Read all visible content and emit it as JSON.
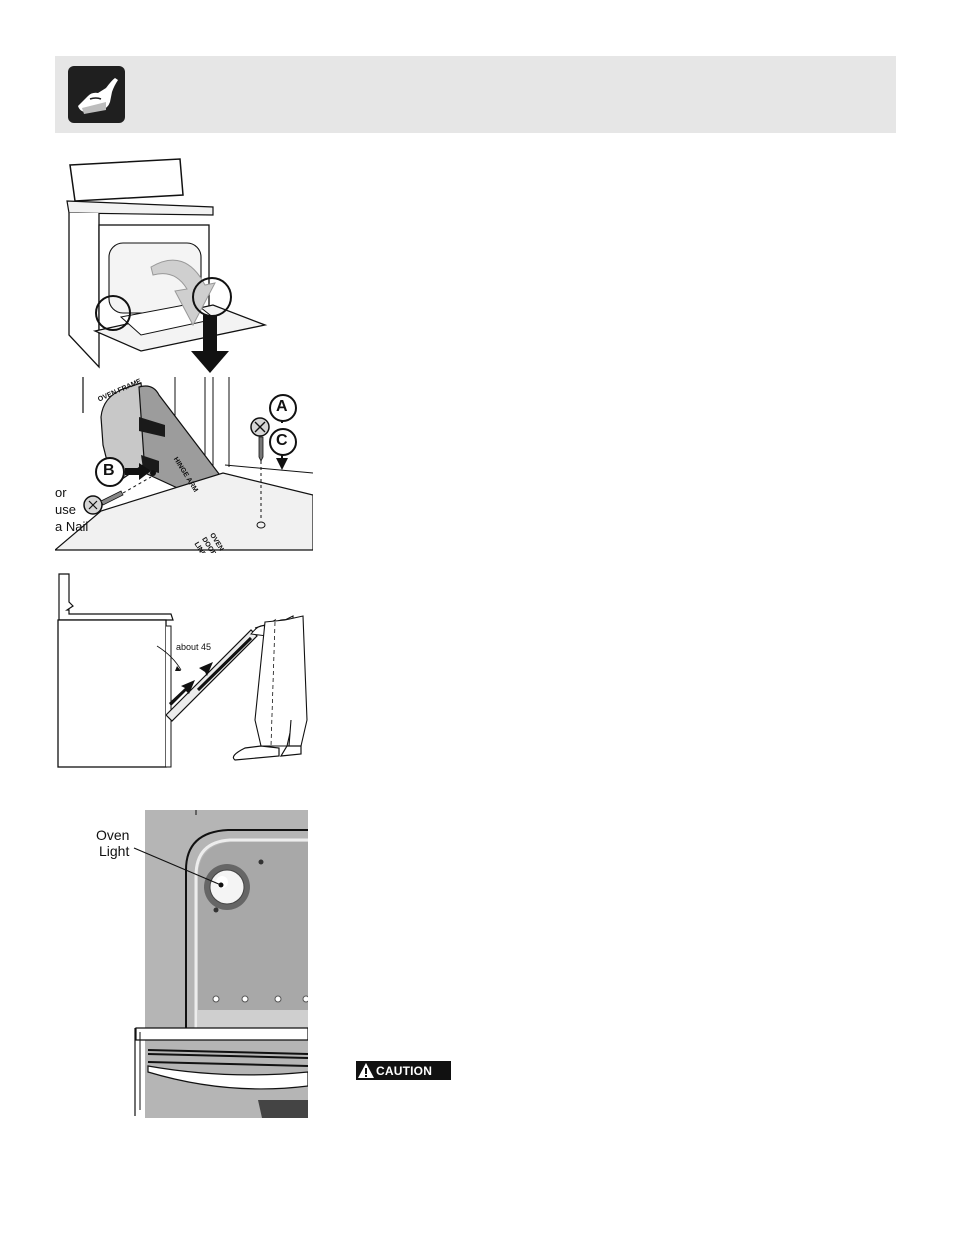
{
  "figure1": {
    "labels": {
      "oven_frame": "OVEN FRAME",
      "hinge_arm": "HINGE ARM",
      "oven_door_liner": "OVEN DOOR LINER",
      "point_a": "A",
      "point_b": "B",
      "point_c": "C",
      "or": "or",
      "use": "use",
      "a_nail": "a Nail"
    }
  },
  "figure2": {
    "angle_label": "about 45"
  },
  "figure3": {
    "oven_label_line1": "Oven",
    "oven_label_line2": "Light"
  },
  "caution_badge": {
    "text": "CAUTION"
  },
  "icon_names": [
    "hand-tool-icon",
    "warning-triangle-icon"
  ]
}
